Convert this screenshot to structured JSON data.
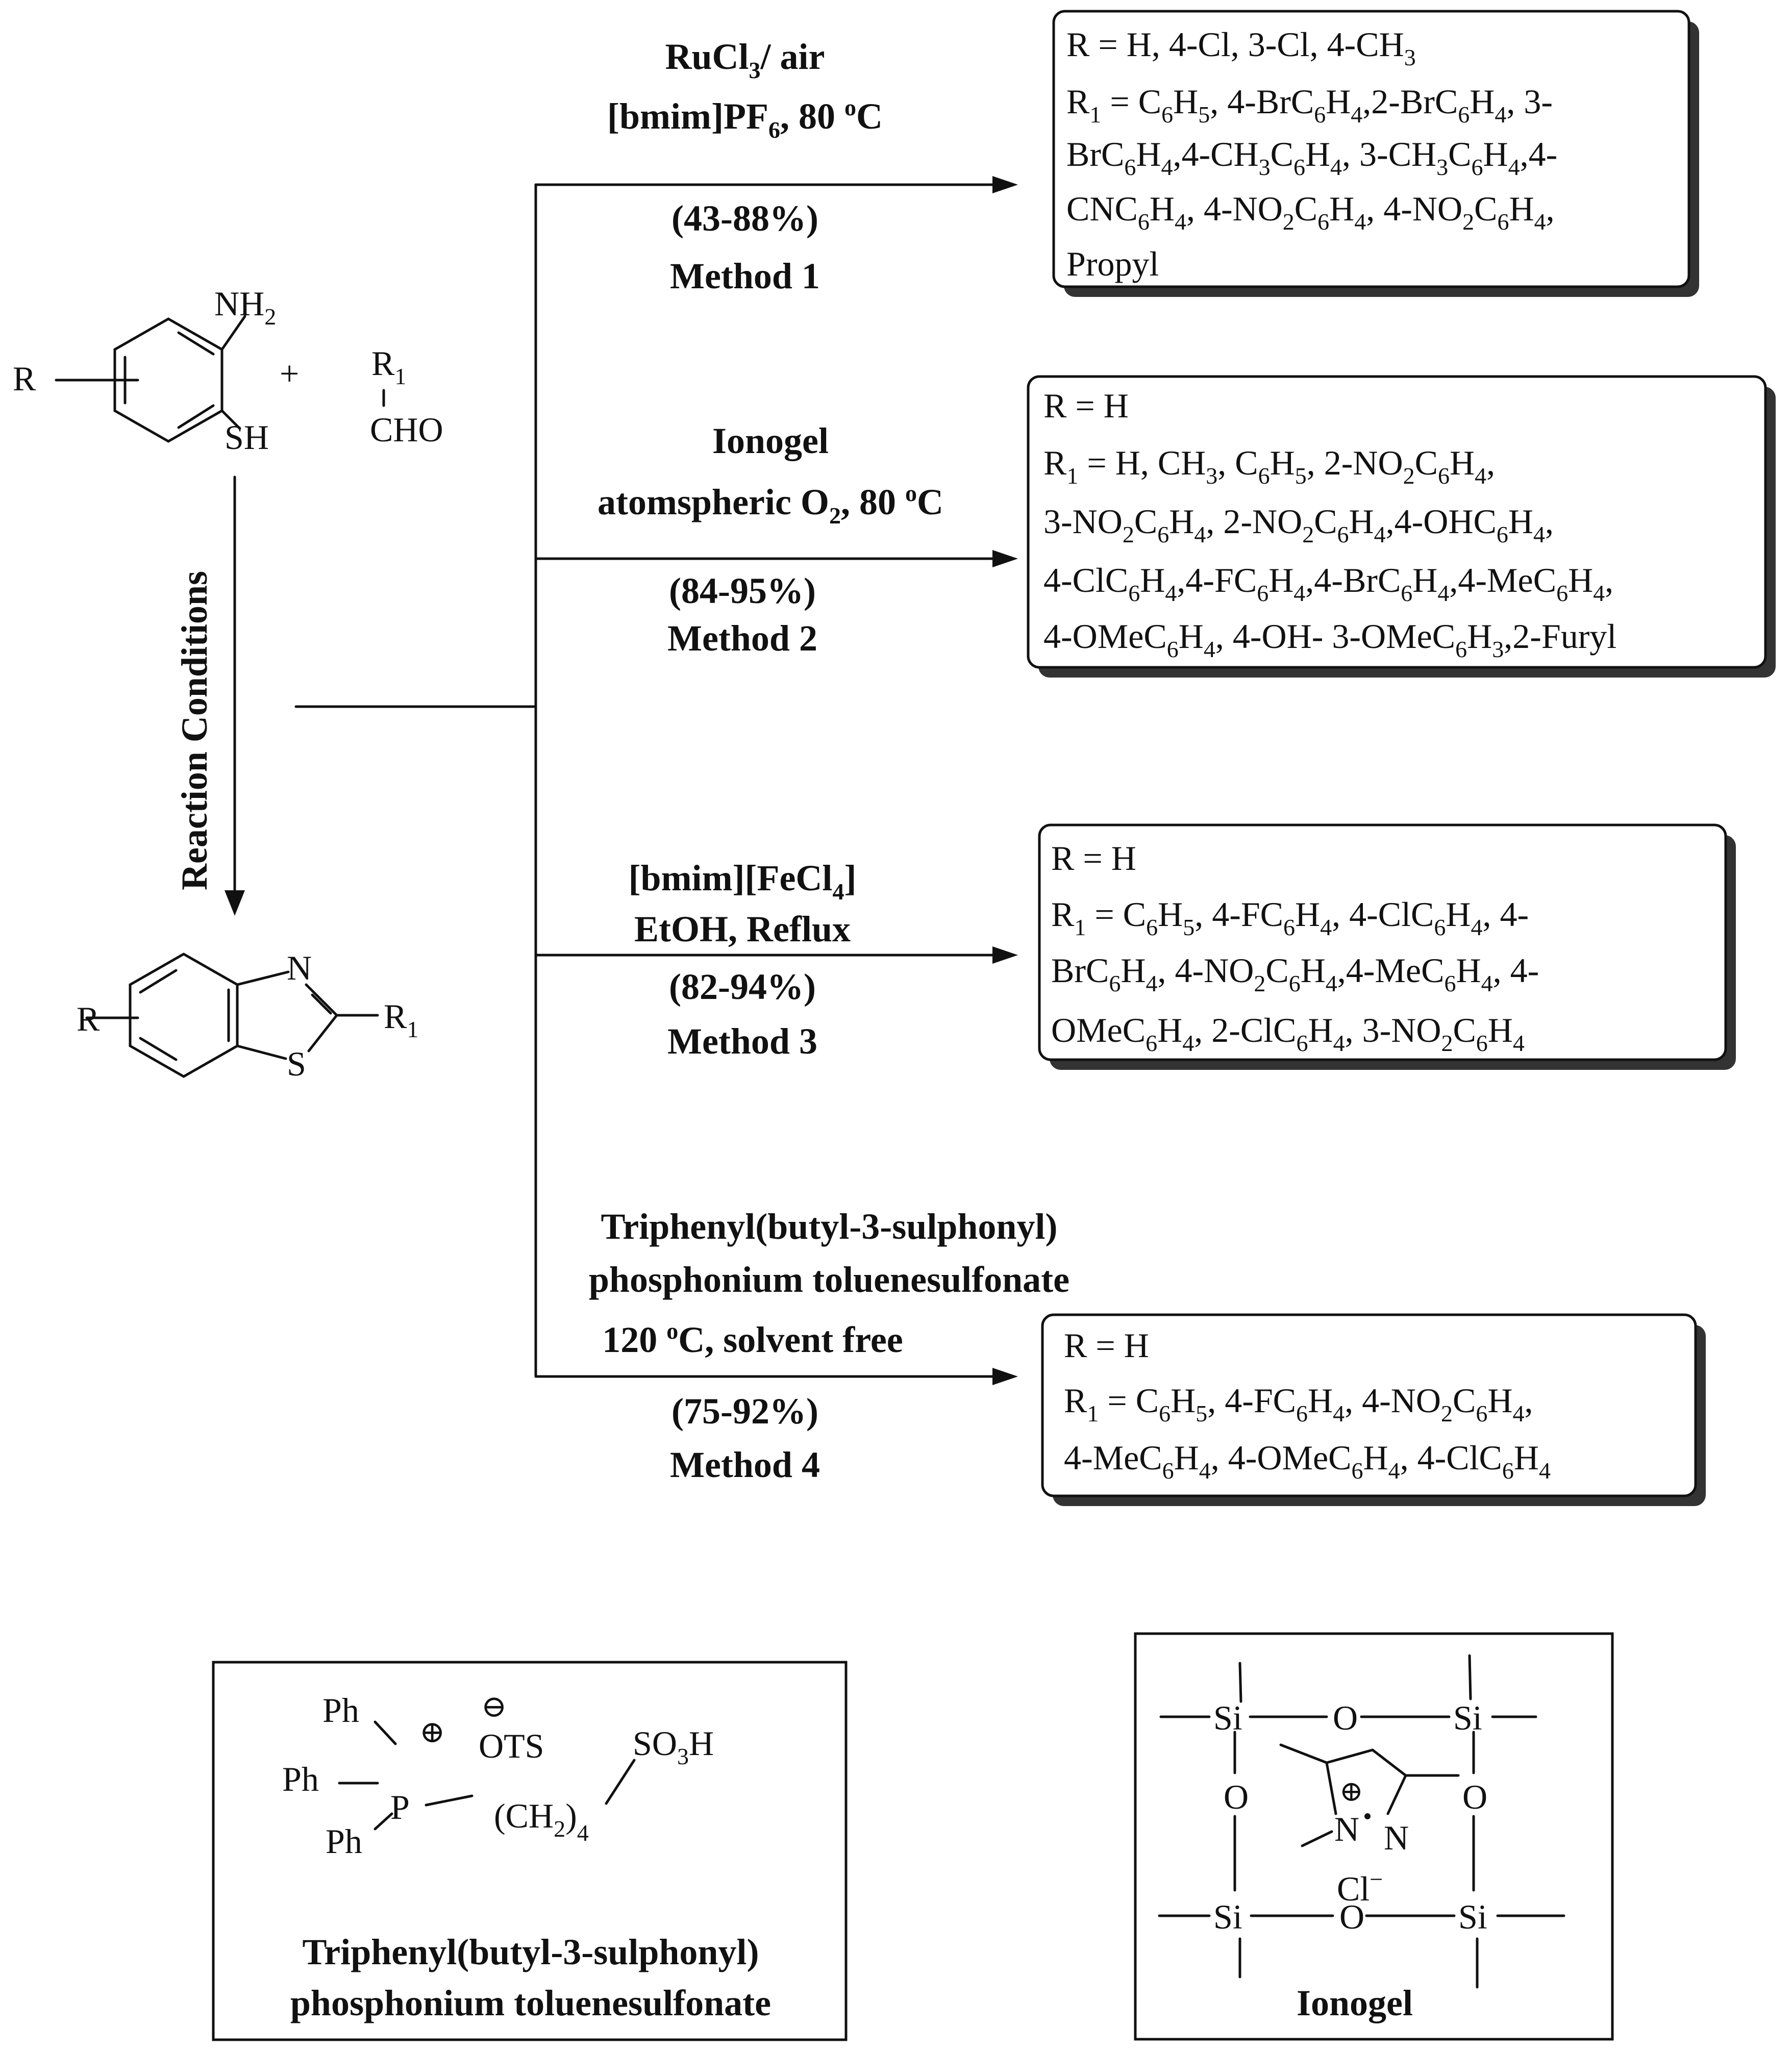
{
  "reactants": {
    "aniline_nh2": "NH",
    "aniline_nh2_sub": "2",
    "aniline_sh": "SH",
    "aniline_r": "R",
    "plus": "+",
    "aldehyde_r1": "R",
    "aldehyde_r1_sub": "1",
    "aldehyde_cho": "CHO"
  },
  "reaction_conditions_label": "Reaction Conditions",
  "product": {
    "r": "R",
    "n": "N",
    "s": "S",
    "r1": "R",
    "r1_sub": "1"
  },
  "methods": [
    {
      "cond_line1": "RuCl3/ air",
      "cond_line2": "[bmim]PF6,  80 oC",
      "yield": "(43-88%)",
      "name": "Method 1",
      "box_lines": [
        "R = H, 4-Cl, 3-Cl, 4-CH3",
        "R1 = C6H5, 4-BrC6H4,2-BrC6H4, 3-",
        "BrC6H4,4-CH3C6H4, 3-CH3C6H4,4-",
        "CNC6H4, 4-NO2C6H4, 4-NO2C6H4,",
        "Propyl"
      ]
    },
    {
      "cond_line1": "Ionogel",
      "cond_line2": "atomspheric O2, 80 oC",
      "yield": "(84-95%)",
      "name": "Method 2",
      "box_lines": [
        "R = H",
        "R1 = H, CH3, C6H5, 2-NO2C6H4,",
        "3-NO2C6H4, 2-NO2C6H4,4-OHC6H4,",
        "4-ClC6H4,4-FC6H4,4-BrC6H4,4-MeC6H4,",
        "4-OMeC6H4, 4-OH- 3-OMeC6H3,2-Furyl"
      ]
    },
    {
      "cond_line1": "[bmim][FeCl4]",
      "cond_line2": "EtOH, Reflux",
      "yield": "(82-94%)",
      "name": "Method 3",
      "box_lines": [
        "R = H",
        "R1 = C6H5, 4-FC6H4, 4-ClC6H4, 4-",
        "BrC6H4, 4-NO2C6H4,4-MeC6H4, 4-",
        "OMeC6H4, 2-ClC6H4, 3-NO2C6H4"
      ]
    },
    {
      "cond_line1": "Triphenyl(butyl-3-sulphonyl)",
      "cond_line2": "phosphonium toluenesulfonate",
      "cond_line3": "120 oC, solvent free",
      "yield": "(75-92%)",
      "name": "Method 4",
      "box_lines": [
        "R = H",
        "R1 = C6H5, 4-FC6H4, 4-NO2C6H4,",
        "4-MeC6H4, 4-OMeC6H4, 4-ClC6H4"
      ]
    }
  ],
  "catalyst_box": {
    "ph1": "Ph",
    "ph2": "Ph",
    "ph3": "Ph",
    "p": "P",
    "plus": "⊕",
    "minus": "⊖",
    "ots": "OTS",
    "chain": "(CH2)4",
    "so3h": "SO3H",
    "caption_line1": "Triphenyl(butyl-3-sulphonyl)",
    "caption_line2": "phosphonium toluenesulfonate"
  },
  "ionogel_box": {
    "si": "Si",
    "o": "O",
    "n": "N",
    "plus": "⊕",
    "cl": "Cl",
    "cl_charge": "−",
    "caption": "Ionogel"
  }
}
